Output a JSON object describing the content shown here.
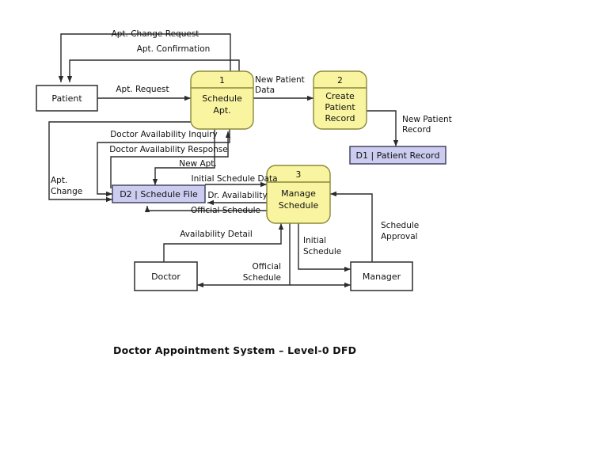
{
  "diagram": {
    "title": "Doctor Appointment System – Level-0 DFD",
    "colors": {
      "process_fill": "#F8F4A0",
      "store_fill": "#CCCCF0",
      "entity_fill": "#FFFFFF",
      "line": "#2B2B2B",
      "background": "#FFFFFF"
    },
    "entities": [
      {
        "id": "patient",
        "label": "Patient"
      },
      {
        "id": "doctor",
        "label": "Doctor"
      },
      {
        "id": "manager",
        "label": "Manager"
      }
    ],
    "processes": [
      {
        "id": "p1",
        "number": "1",
        "line1": "Schedule",
        "line2": "Apt.",
        "line3": ""
      },
      {
        "id": "p2",
        "number": "2",
        "line1": "Create",
        "line2": "Patient",
        "line3": "Record"
      },
      {
        "id": "p3",
        "number": "3",
        "line1": "Manage",
        "line2": "Schedule",
        "line3": ""
      }
    ],
    "datastores": [
      {
        "id": "d1",
        "label": "D1 | Patient Record"
      },
      {
        "id": "d2",
        "label": "D2 | Schedule File"
      }
    ],
    "flows": [
      {
        "id": "f1",
        "label": "Apt. Change Request"
      },
      {
        "id": "f2",
        "label": "Apt. Confirmation"
      },
      {
        "id": "f3",
        "label": "Apt. Request"
      },
      {
        "id": "f4",
        "label_line1": "New Patient",
        "label_line2": "Data"
      },
      {
        "id": "f5",
        "label_line1": "New Patient",
        "label_line2": "Record"
      },
      {
        "id": "f6",
        "label": "Doctor Availability Inquiry"
      },
      {
        "id": "f7",
        "label": "Doctor Availability Response"
      },
      {
        "id": "f8",
        "label_line1": "Apt.",
        "label_line2": "Change"
      },
      {
        "id": "f9",
        "label": "New Apt."
      },
      {
        "id": "f10",
        "label": "Initial Schedule Data"
      },
      {
        "id": "f11",
        "label": "Dr. Availability"
      },
      {
        "id": "f12",
        "label": "Official Schedule"
      },
      {
        "id": "f13",
        "label": "Availability Detail"
      },
      {
        "id": "f14",
        "label_line1": "Initial",
        "label_line2": "Schedule"
      },
      {
        "id": "f15",
        "label_line1": "Official",
        "label_line2": "Schedule"
      },
      {
        "id": "f16",
        "label_line1": "Schedule",
        "label_line2": "Approval"
      }
    ]
  }
}
